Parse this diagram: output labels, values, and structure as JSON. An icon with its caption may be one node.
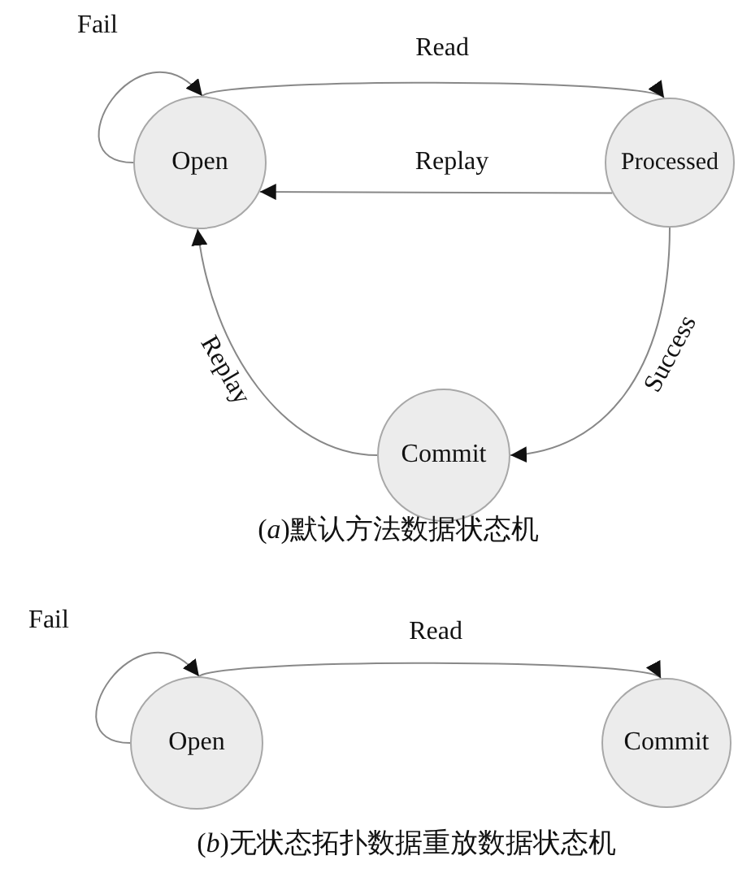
{
  "diagram": {
    "nodes": [
      {
        "text": [
          "Open"
        ]
      },
      {
        "text": [
          "Processed"
        ]
      },
      {
        "text": [
          "Commit"
        ]
      },
      {
        "text": [
          "Open"
        ]
      },
      {
        "text": [
          "Commit"
        ]
      }
    ],
    "edges": [
      {
        "from": 0,
        "to": 0,
        "arrow": "to",
        "label": "Fail"
      },
      {
        "from": 0,
        "to": 1,
        "arrow": "to",
        "label": "Read"
      },
      {
        "from": 1,
        "to": 0,
        "arrow": "to",
        "label": "Replay"
      },
      {
        "from": 1,
        "to": 2,
        "arrow": "to",
        "label": "Success"
      },
      {
        "from": 2,
        "to": 0,
        "arrow": "to",
        "label": "Replay"
      },
      {
        "from": 3,
        "to": 3,
        "arrow": "to",
        "label": "Fail"
      },
      {
        "from": 3,
        "to": 4,
        "arrow": "to",
        "label": "Read"
      }
    ],
    "labels": [
      "(*a*)默认方法数据状态机",
      "(*b*)无状态拓扑数据重放数据状态机"
    ]
  }
}
